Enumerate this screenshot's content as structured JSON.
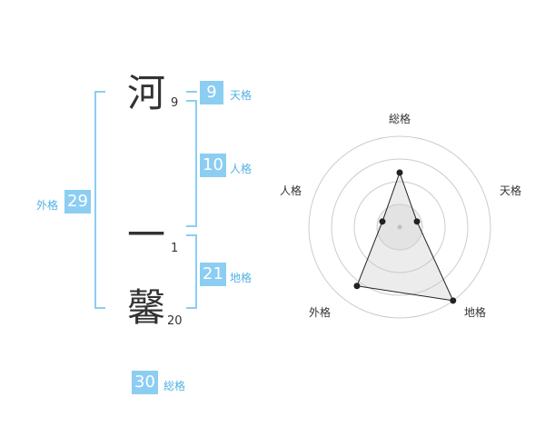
{
  "name": {
    "chars": [
      {
        "char": "河",
        "strokes": "9"
      },
      {
        "char": "一",
        "strokes": "1"
      },
      {
        "char": "馨",
        "strokes": "20"
      }
    ]
  },
  "kaku": {
    "tenkaku": {
      "value": "9",
      "label": "天格"
    },
    "jinkaku": {
      "value": "10",
      "label": "人格"
    },
    "chikaku": {
      "value": "21",
      "label": "地格"
    },
    "gaikaku": {
      "value": "29",
      "label": "外格"
    },
    "soukaku": {
      "value": "30",
      "label": "総格"
    }
  },
  "chart_data": {
    "type": "radar",
    "axes": [
      "総格",
      "天格",
      "地格",
      "外格",
      "人格"
    ],
    "values": [
      3,
      1,
      5,
      4,
      1
    ],
    "max": 5,
    "rings": 4
  }
}
